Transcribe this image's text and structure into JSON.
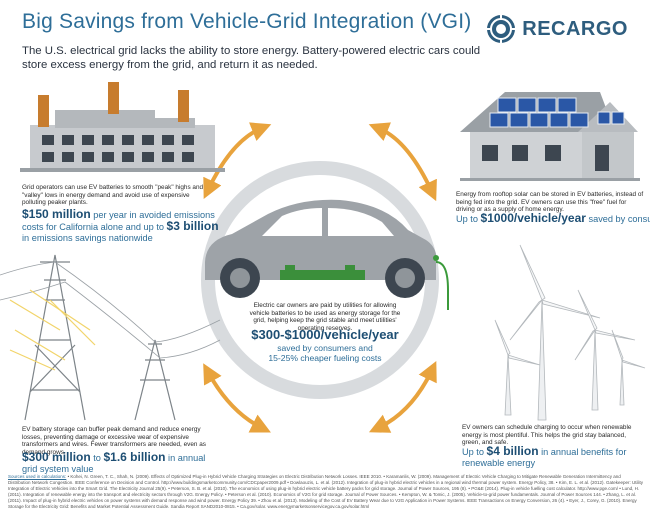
{
  "header": {
    "title": "Big Savings from Vehicle-Grid Integration (VGI)",
    "subtitle": "The U.S. electrical grid lacks the ability to store energy. Battery-powered electric cars could store excess energy from the grid, and return it as needed.",
    "logo_text": "RECARGO"
  },
  "colors": {
    "title_blue": "#2e6e98",
    "dark_blue": "#1d4e73",
    "arrow_orange": "#e8a33d",
    "ring_gray": "#d9dcde",
    "charger_green": "#3b9a3b"
  },
  "peak": {
    "blurb": "Grid operators can use EV batteries to smooth \"peak\" highs and \"valley\" lows in energy demand and avoid use of expensive polluting peaker plants.",
    "amount_1": "$150 million",
    "text_1": " per year in avoided emissions costs for California alone and up to ",
    "amount_2": "$3 billion",
    "text_2": " in emissions savings nationwide"
  },
  "solar": {
    "blurb": "Energy from rooftop solar can be stored in EV batteries, instead of being fed into the grid. EV owners can use this \"free\" fuel for driving or as a supply of home energy.",
    "prefix": "Up to ",
    "amount": "$1000/vehicle/year",
    "suffix": " saved by consumers"
  },
  "center": {
    "blurb": "Electric car owners are paid by utilities for allowing vehicle batteries to be used as energy storage for the grid, helping keep the grid stable and meet utilities' operating reserves.",
    "rate": "$300-$1000/vehicle/year",
    "sub_1": "saved by consumers and",
    "sub_2": "15-25% cheaper fueling costs"
  },
  "transmission": {
    "blurb": "EV battery storage can buffer peak demand and reduce energy losses, preventing damage or excessive wear of expensive transformers and wires. Fewer transformers are needed, even as demand grows.",
    "amount_1": "$300 million",
    "mid": " to ",
    "amount_2": "$1.6 billion",
    "suffix": " in annual grid system value"
  },
  "wind": {
    "blurb": "EV owners can schedule charging to occur when renewable energy is most plentiful. This helps the grid stay balanced, green, and safe.",
    "prefix": "Up to ",
    "amount": "$4 billion",
    "suffix": " in annual benefits for renewable energy"
  },
  "sources": {
    "lead": "Sources used in calculations:",
    "text": "• Kohei, N. Green, T. C., Shah, N. (2009). Effects of Optimized Plug-in Hybrid Vehicle Charging Strategies on Electric Distribution Network Losses. IEEE 2010. • Karamanlis, W. (2009). Management of Electric Vehicle Charging to Mitigate Renewable Generation Intermittency and Distribution Network Congestion. IEEE Conference on Decision and Control. http://www.buildingsmarketcommunity.com/CDCpaper2009.pdf • Dowlaouzis, L. et al. (2012). Integration of plug-in hybrid electric vehicles in a regional wind thermal power system. Energy Policy, 38. • Kim, E. L. et al. (2012). Gatekeeper: Utility Integration of Electric Vehicles into the Smart Grid. The Electricity Journal 25(9). • Peterson, S. B. et al. (2010). The economics of using plug-in hybrid electric vehicle battery packs for grid storage. Journal of Power Sources, 195 (8). • PG&E (2014). Plug-in vehicle fuelling cost calculator. http://www.pge.com/ • Lund, H. (2011). Integration of renewable energy into the transport and electricity sectors through V2G. Energy Policy. • Peterson et al. (2010). Economics of V2G for grid storage. Journal of Power Sources. • Kempton, W. & Tomic, J. (2005). Vehicle-to-grid power fundamentals. Journal of Power Sources 144. • Zhang, L. et al. (2011). Impact of plug-in hybrid electric vehicles on power systems with demand response and wind power. Energy Policy 39. • Zhou et al. (2013). Modeling of the Cost of EV Battery Wear due to V2G Application in Power Systems. IEEE Transactions on Energy Conversion, 26 (4). • Eyer, J., Corey, G. (2010). Energy Storage for the Electricity Grid: Benefits and Market Potential Assessment Guide. Sandia Report SAND2010-0815. • Ca.gov/solar. www.energymarketsonservicegov.ca.gov/solar.html"
  }
}
